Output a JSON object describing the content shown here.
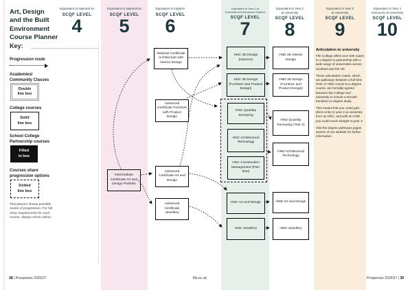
{
  "page": {
    "title": "Art, Design\nand the Built\nEnvironment\nCourse Planner"
  },
  "key": {
    "heading": "Key:",
    "progression_label": "Progression route",
    "academies_label": "Academies/\nCommunity Classes",
    "academies_box": "Double\nline box",
    "college_label": "College courses",
    "college_box": "Solid\nline box",
    "school_label": "School College\nPartnership courses",
    "school_box": "Filled\nin box",
    "share_label": "Courses share\nprogression options",
    "share_box": "Dotted\nline box",
    "note": "This planner shows possible routes of progression. For full entry requirements for each course, always check online."
  },
  "levels": [
    {
      "num": "4",
      "scqf": "SCQF LEVEL",
      "equiv": "Equivalent to National 4s"
    },
    {
      "num": "5",
      "scqf": "SCQF LEVEL",
      "equiv": "Equivalent to National 5s"
    },
    {
      "num": "6",
      "scqf": "SCQF LEVEL",
      "equiv": "Equivalent to Highers"
    },
    {
      "num": "7",
      "scqf": "SCQF LEVEL",
      "equiv": "Equivalent to Year 1 at\nUniversity and Advanced Highers"
    },
    {
      "num": "8",
      "scqf": "SCQF LEVEL",
      "equiv": "Equivalent to Year 2\nat University"
    },
    {
      "num": "9",
      "scqf": "SCQF LEVEL",
      "equiv": "Equivalent to Year 3\nat University"
    },
    {
      "num": "10",
      "scqf": "SCQF LEVEL",
      "equiv": "Equivalent to Year 4\n(Honours) at University"
    }
  ],
  "courses": {
    "intermediate": "Intermediate Certificate Art and Design Portfolio",
    "nc_arch": "National Certificate Architecture with Interior Design",
    "adv_furniture": "Advanced Certificate Furniture with Product Design",
    "adv_artdesign": "Advanced Certificate Art and Design",
    "adv_jewellery": "Advanced Certificate Jewellery",
    "hnc_interiors": "HNC 3D Design (Interiors)",
    "hnc_fpd": "HNC 3D Design (Furniture and Product Design)",
    "hnc_qs": "HNC Quantity Surveying",
    "hnc_at": "HNC Architectural Technology",
    "hnc_cm": "HNC Construction Management (Part-time)",
    "hnc_ad": "HNC Art and Design",
    "hnc_jew": "HNC Jewellery",
    "hnd_interior": "HND 3D Interior Design",
    "hnd_fpd": "HND 3D Design (Furniture and Product Design)",
    "hnd_qs": "HND Quantity Surveying (Year 2)",
    "hnd_at": "HND Architectural Technology",
    "hnd_ad": "HND Art and Design",
    "hnd_jew": "HND Jewellery"
  },
  "connections": [
    {
      "from": "intermediate",
      "to": "nc_arch"
    },
    {
      "from": "intermediate",
      "to": "adv_artdesign"
    },
    {
      "from": "intermediate",
      "to": "adv_jewellery"
    },
    {
      "from": "nc_arch",
      "to": "hnc_interiors"
    },
    {
      "from": "nc_arch",
      "to": "hnc_group"
    },
    {
      "from": "adv_furniture",
      "to": "hnc_fpd"
    },
    {
      "from": "adv_artdesign",
      "to": "hnc_interiors"
    },
    {
      "from": "adv_artdesign",
      "to": "hnc_ad"
    },
    {
      "from": "adv_jewellery",
      "to": "hnc_jew"
    },
    {
      "from": "hnc_interiors",
      "to": "hnd_interior"
    },
    {
      "from": "hnc_fpd",
      "to": "hnd_fpd"
    },
    {
      "from": "hnc_group",
      "to": "hnd_qs"
    },
    {
      "from": "hnc_group",
      "to": "hnd_at"
    },
    {
      "from": "hnc_ad",
      "to": "hnd_ad"
    },
    {
      "from": "hnc_jew",
      "to": "hnd_jew"
    }
  ],
  "articulation": {
    "heading": "Articulation to university",
    "paragraphs": [
      "Fife College offers over 600 routes to a degree in partnership with a wide range of universities across Scotland and the UK.",
      "These articulation routes, which are pathways between a full-time HNC or HND course to a degree course, are formally agreed between the College and university to ensure a smooth transition to degree study.",
      "This means that you could gain direct entry to year 2 at university from an HNC, and with an HND you could move straight to year 3.",
      "Visit the degree pathways pages section of our website for further information."
    ]
  },
  "footer": {
    "left_page": "38",
    "left_text": "Prospectus 2026/27",
    "center": "fife.ac.uk",
    "right_text": "Prospectus 2026/27",
    "right_page": "39",
    "separator": "|"
  },
  "colors": {
    "pink": "#f8e6ee",
    "green": "#e6efe9",
    "peach": "#faeddc",
    "dark": "#1b363c"
  }
}
